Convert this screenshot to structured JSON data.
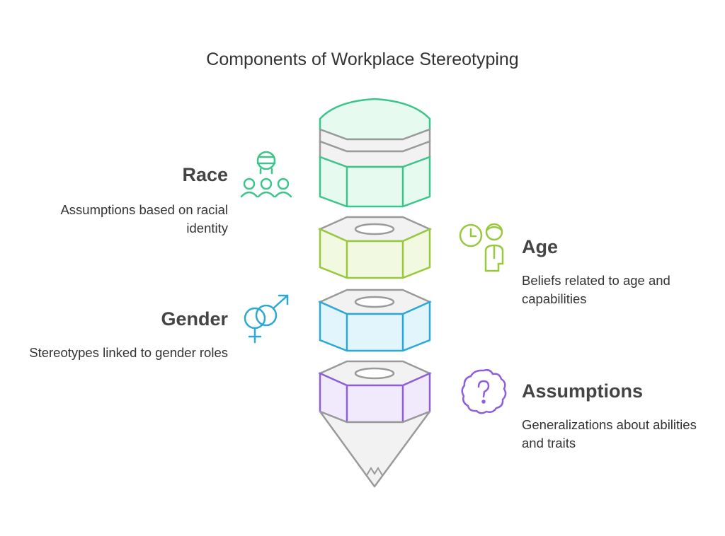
{
  "title": "Components of Workplace Stereotyping",
  "components": [
    {
      "label": "Race",
      "description": "Assumptions based on racial identity",
      "icon": "group-person-icon",
      "color": "#3cc58a",
      "fill": "#e6faf0"
    },
    {
      "label": "Age",
      "description": "Beliefs related to age and capabilities",
      "icon": "clock-person-icon",
      "color": "#98c93c",
      "fill": "#f1f9e0"
    },
    {
      "label": "Gender",
      "description": "Stereotypes linked to gender roles",
      "icon": "gender-symbol-icon",
      "color": "#2ba9d6",
      "fill": "#e3f5fc"
    },
    {
      "label": "Assumptions",
      "description": "Generalizations about abilities and traits",
      "icon": "question-cloud-icon",
      "color": "#8e5fd8",
      "fill": "#f0eafc"
    }
  ]
}
